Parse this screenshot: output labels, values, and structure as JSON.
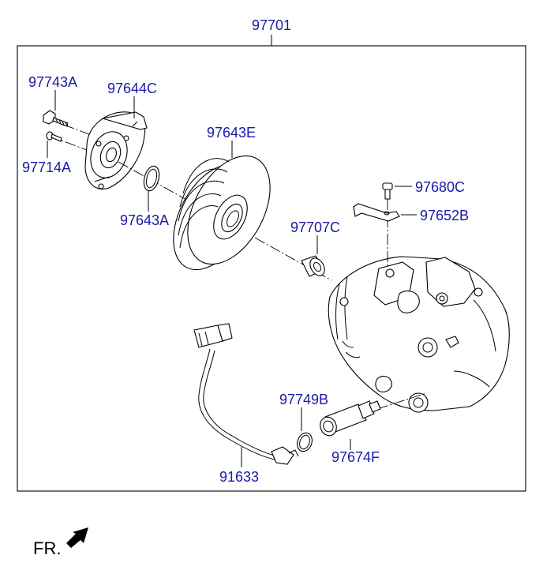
{
  "assembly": {
    "number": "97701"
  },
  "parts": [
    {
      "id": "97743A",
      "label": "97743A"
    },
    {
      "id": "97644C",
      "label": "97644C"
    },
    {
      "id": "97714A",
      "label": "97714A"
    },
    {
      "id": "97643E",
      "label": "97643E"
    },
    {
      "id": "97643A",
      "label": "97643A"
    },
    {
      "id": "97680C",
      "label": "97680C"
    },
    {
      "id": "97652B",
      "label": "97652B"
    },
    {
      "id": "97707C",
      "label": "97707C"
    },
    {
      "id": "97749B",
      "label": "97749B"
    },
    {
      "id": "97674F",
      "label": "97674F"
    },
    {
      "id": "91633",
      "label": "91633"
    }
  ],
  "orientation": {
    "label": "FR."
  }
}
